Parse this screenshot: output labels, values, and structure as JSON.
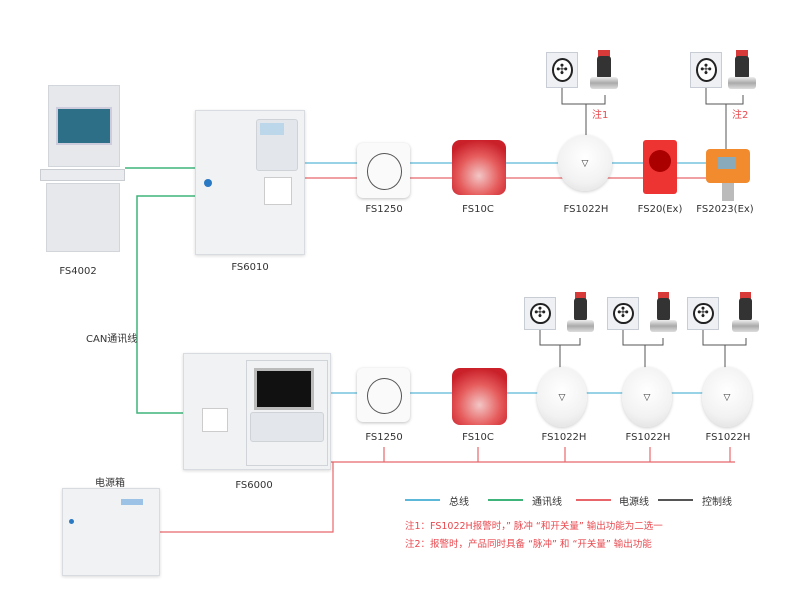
{
  "colors": {
    "bus": "#5bb8d8",
    "comm": "#3fb47a",
    "power": "#e8666a",
    "control": "#555555",
    "note": "#e8484e"
  },
  "devices": {
    "fs4002": "FS4002",
    "fs6010": "FS6010",
    "fs6000": "FS6000",
    "power_box": "电源箱",
    "top": [
      "FS1250",
      "FS10C",
      "FS1022H",
      "FS20(Ex)",
      "FS2023(Ex)"
    ],
    "bottom": [
      "FS1250",
      "FS10C",
      "FS1022H",
      "FS1022H",
      "FS1022H"
    ]
  },
  "can_label": "CAN通讯线",
  "note_tags": [
    "注1",
    "注2"
  ],
  "legend": [
    {
      "label": "总线",
      "color": "#5bb8d8"
    },
    {
      "label": "通讯线",
      "color": "#3fb47a"
    },
    {
      "label": "电源线",
      "color": "#e8666a"
    },
    {
      "label": "控制线",
      "color": "#555555"
    }
  ],
  "notes": [
    "注1：FS1022H报警时，” 脉冲 “和开关量” 输出功能为二选一",
    "注2：报警时，产品同时具备 “脉冲” 和 “开关量” 输出功能"
  ],
  "icons": [
    "fan-icon",
    "solenoid-valve-icon",
    "fire-alarm-icon",
    "gas-detector-icon"
  ]
}
